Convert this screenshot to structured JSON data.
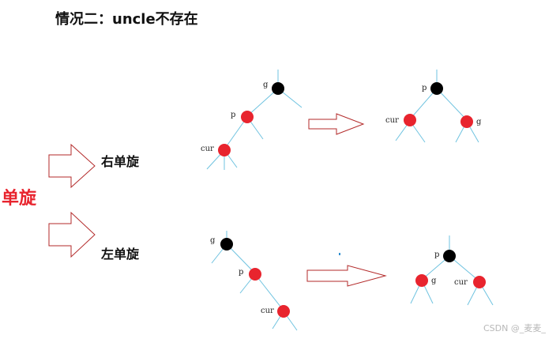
{
  "title": "情况二：uncle不存在",
  "category_label": "单旋",
  "right_rotation_label": "右单旋",
  "left_rotation_label": "左单旋",
  "node_labels": {
    "g": "g",
    "p": "p",
    "cur": "cur"
  },
  "watermark": "CSDN @_麦麦_",
  "colors": {
    "red_node": "#e8242e",
    "black_node": "#000000",
    "edge": "#6fc3e0",
    "arrow_outline": "#b32a2a",
    "category": "#e8242e"
  }
}
